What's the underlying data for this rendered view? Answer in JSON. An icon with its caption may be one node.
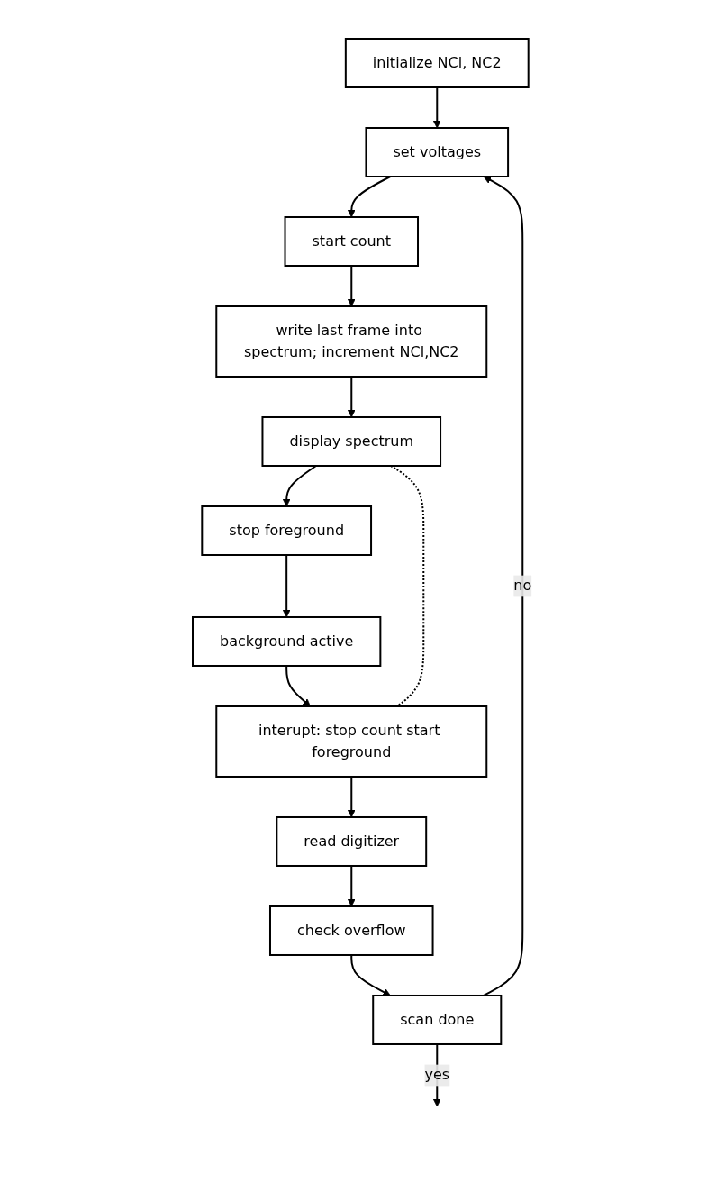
{
  "diagram": {
    "nodes": [
      {
        "text": [
          "initialize NCl, NC2"
        ]
      },
      {
        "text": [
          "set voltages"
        ]
      },
      {
        "text": [
          "start count"
        ]
      },
      {
        "text": [
          "write last frame into spectrum; increment NCl,NC2"
        ]
      },
      {
        "text": [
          "display spectrum"
        ]
      },
      {
        "text": [
          "stop foreground"
        ]
      },
      {
        "text": [
          "background active"
        ]
      },
      {
        "text": [
          "interupt: stop count start foreground"
        ]
      },
      {
        "text": [
          "read digitizer"
        ]
      },
      {
        "text": [
          "check overflow"
        ]
      },
      {
        "text": [
          "scan done"
        ]
      }
    ],
    "edges": [
      {
        "from": 0,
        "to": 1,
        "arrow": "to"
      },
      {
        "from": 1,
        "to": 2,
        "arrow": "to"
      },
      {
        "from": 2,
        "to": 3,
        "arrow": "to"
      },
      {
        "from": 3,
        "to": 4,
        "arrow": "to"
      },
      {
        "from": 4,
        "to": 5,
        "arrow": "to"
      },
      {
        "from": 5,
        "to": 6,
        "arrow": "to"
      },
      {
        "from": 6,
        "to": 7,
        "arrow": "to"
      },
      {
        "from": 4,
        "to": 7,
        "arrow": "none",
        "style": "dashed"
      },
      {
        "from": 7,
        "to": 8,
        "arrow": "to"
      },
      {
        "from": 8,
        "to": 9,
        "arrow": "to"
      },
      {
        "from": 9,
        "to": 10,
        "arrow": "to"
      },
      {
        "from": 10,
        "to": 1,
        "arrow": "to",
        "label": "no"
      },
      {
        "from": 10,
        "to": null,
        "arrow": "to",
        "label": "yes"
      }
    ]
  }
}
